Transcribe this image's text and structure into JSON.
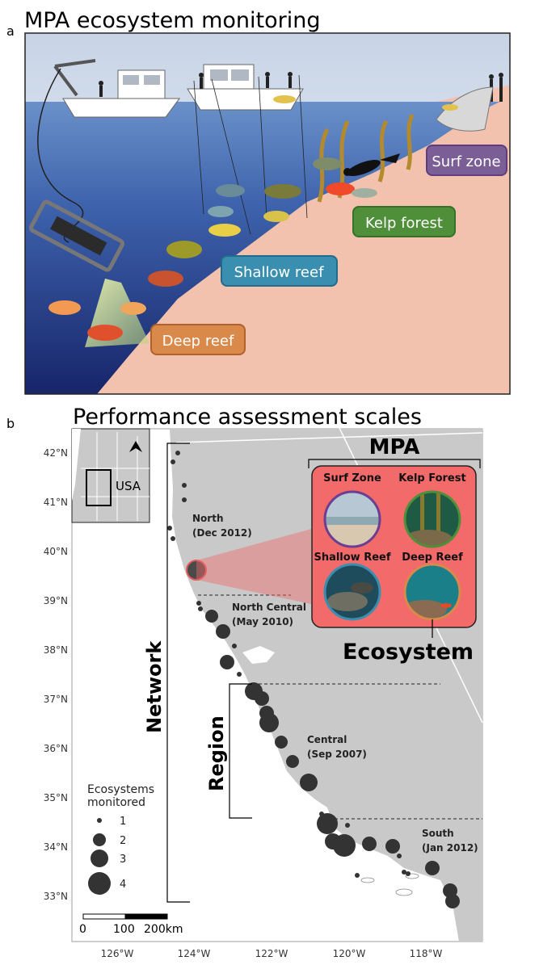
{
  "panel_a": {
    "letter": "a",
    "title": "MPA ecosystem monitoring",
    "labels": {
      "surf_zone": "Surf zone",
      "kelp_forest": "Kelp forest",
      "shallow_reef": "Shallow reef",
      "deep_reef": "Deep reef"
    },
    "colors": {
      "surf_zone": "#7b5e96",
      "kelp_forest": "#4f8f3a",
      "shallow_reef": "#3a8fb0",
      "deep_reef": "#d98a4a",
      "sand": "#f2c2ae",
      "sky": "#e7eef6",
      "sea_top": "#5d85c2",
      "sea_bottom": "#1a2b72"
    }
  },
  "panel_b": {
    "letter": "b",
    "title": "Performance assessment scales",
    "inset_label": "USA",
    "lat_labels": [
      "42°N",
      "41°N",
      "40°N",
      "39°N",
      "38°N",
      "37°N",
      "36°N",
      "35°N",
      "34°N",
      "33°N"
    ],
    "lon_labels": [
      "126°W",
      "124°W",
      "122°W",
      "120°W",
      "118°W"
    ],
    "regions": [
      {
        "name": "North",
        "date": "(Dec 2012)"
      },
      {
        "name": "North Central",
        "date": "(May 2010)"
      },
      {
        "name": "Central",
        "date": "(Sep 2007)"
      },
      {
        "name": "South",
        "date": "(Jan 2012)"
      }
    ],
    "scale_labels": {
      "network": "Network",
      "region": "Region",
      "mpa": "MPA",
      "ecosystem": "Ecosystem"
    },
    "ecosystems": [
      "Surf Zone",
      "Kelp Forest",
      "Shallow Reef",
      "Deep Reef"
    ],
    "legend": {
      "title_line1": "Ecosystems",
      "title_line2": "monitored",
      "items": [
        "1",
        "2",
        "3",
        "4"
      ]
    },
    "scalebar": {
      "t0": "0",
      "t1": "100",
      "t2": "200km"
    },
    "colors": {
      "land": "#c9c9c9",
      "ocean": "#ffffff",
      "point": "#333333",
      "mpa_panel": "#f26a6a",
      "highlight": "#e25a5a"
    }
  }
}
